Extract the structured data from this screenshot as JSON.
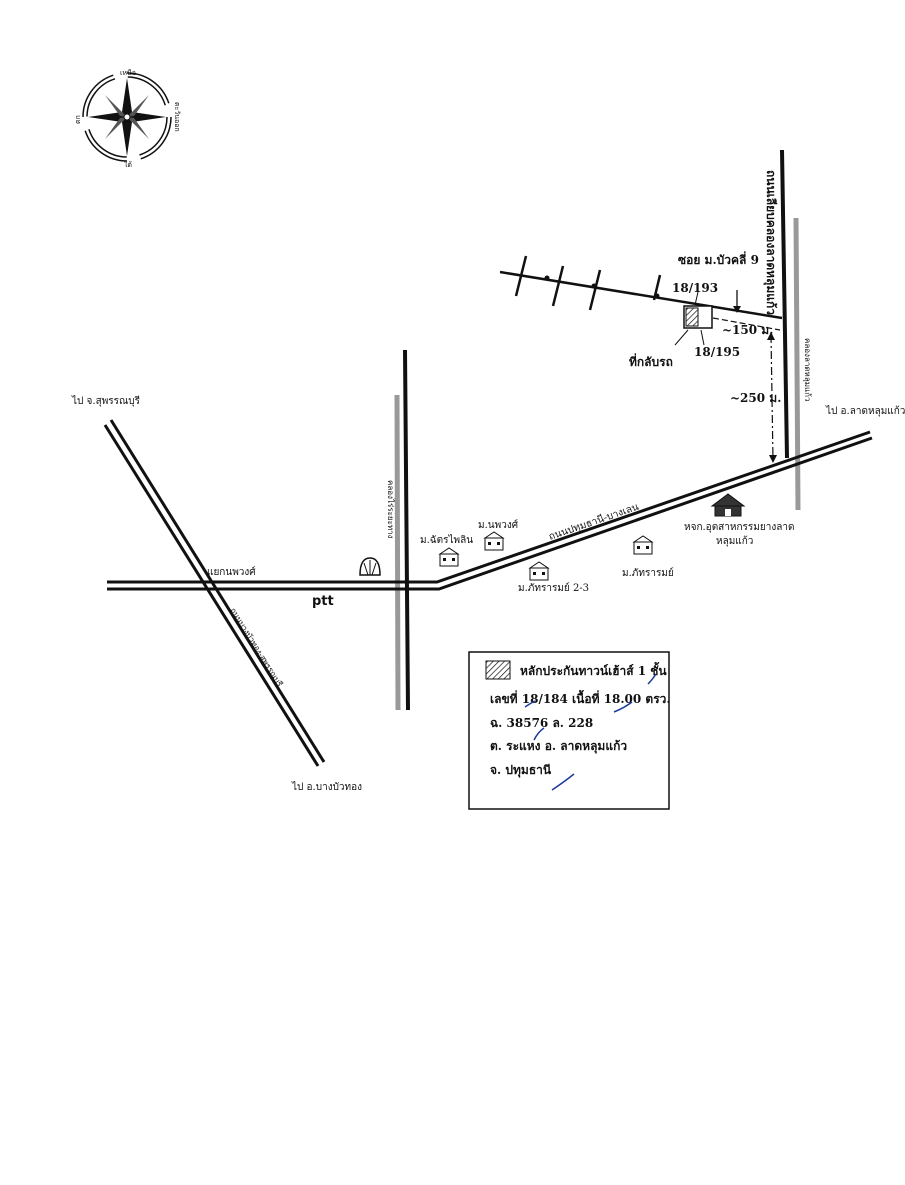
{
  "compass": {
    "north": "เหนือ",
    "south": "ใต้",
    "east": "ตะวันออก",
    "west": "ตก"
  },
  "roads": {
    "east_west_main": "ถนนปทุมธานี-บางเลน",
    "diagonal": "ถนนบางบัวทอง-สุพรรณบุรี",
    "north_south": "ถนนเลียบคลองลาดหลุมแก้ว",
    "soi": "ซอย ม.บัวคลี่ 9"
  },
  "canals": {
    "left": "คลองไร่ระยะทาง",
    "right": "คลองลาดหลุมแก้ว"
  },
  "labels": {
    "to_suphanburi": "ไป จ.สุพรรณบุรี",
    "to_bangbuathong": "ไป อ.บางบัวทอง",
    "to_latlumkaeo": "ไป อ.ลาดหลุมแก้ว",
    "intersection": "แยกนพวงศ์",
    "ptt": "ptt",
    "village_1": "ม.ฉัตรไพลิน",
    "village_2": "ม.นพวงศ์",
    "village_3": "ม.ภัทรารมย์ 2-3",
    "village_4": "ม.ภัทรารมย์",
    "school_line1": "หจก.อุตสาหกรรมยางลาด",
    "school_line2": "หลุมแก้ว",
    "plot_193": "18/193",
    "plot_195": "18/195",
    "turnaround": "ที่กลับรถ",
    "dist_150": "~150 ม.",
    "dist_250": "~250 ม."
  },
  "legend": {
    "line1": "หลักประกันทาวน์เฮ้าส์ 1 ชั้น",
    "line2": "เลขที่ 18/184 เนื้อที่ 18.00 ตรว.",
    "line3": "ฉ. 38576 ล. 228",
    "line4": "ต. ระแหง อ. ลาดหลุมแก้ว",
    "line5": "จ. ปทุมธานี"
  }
}
